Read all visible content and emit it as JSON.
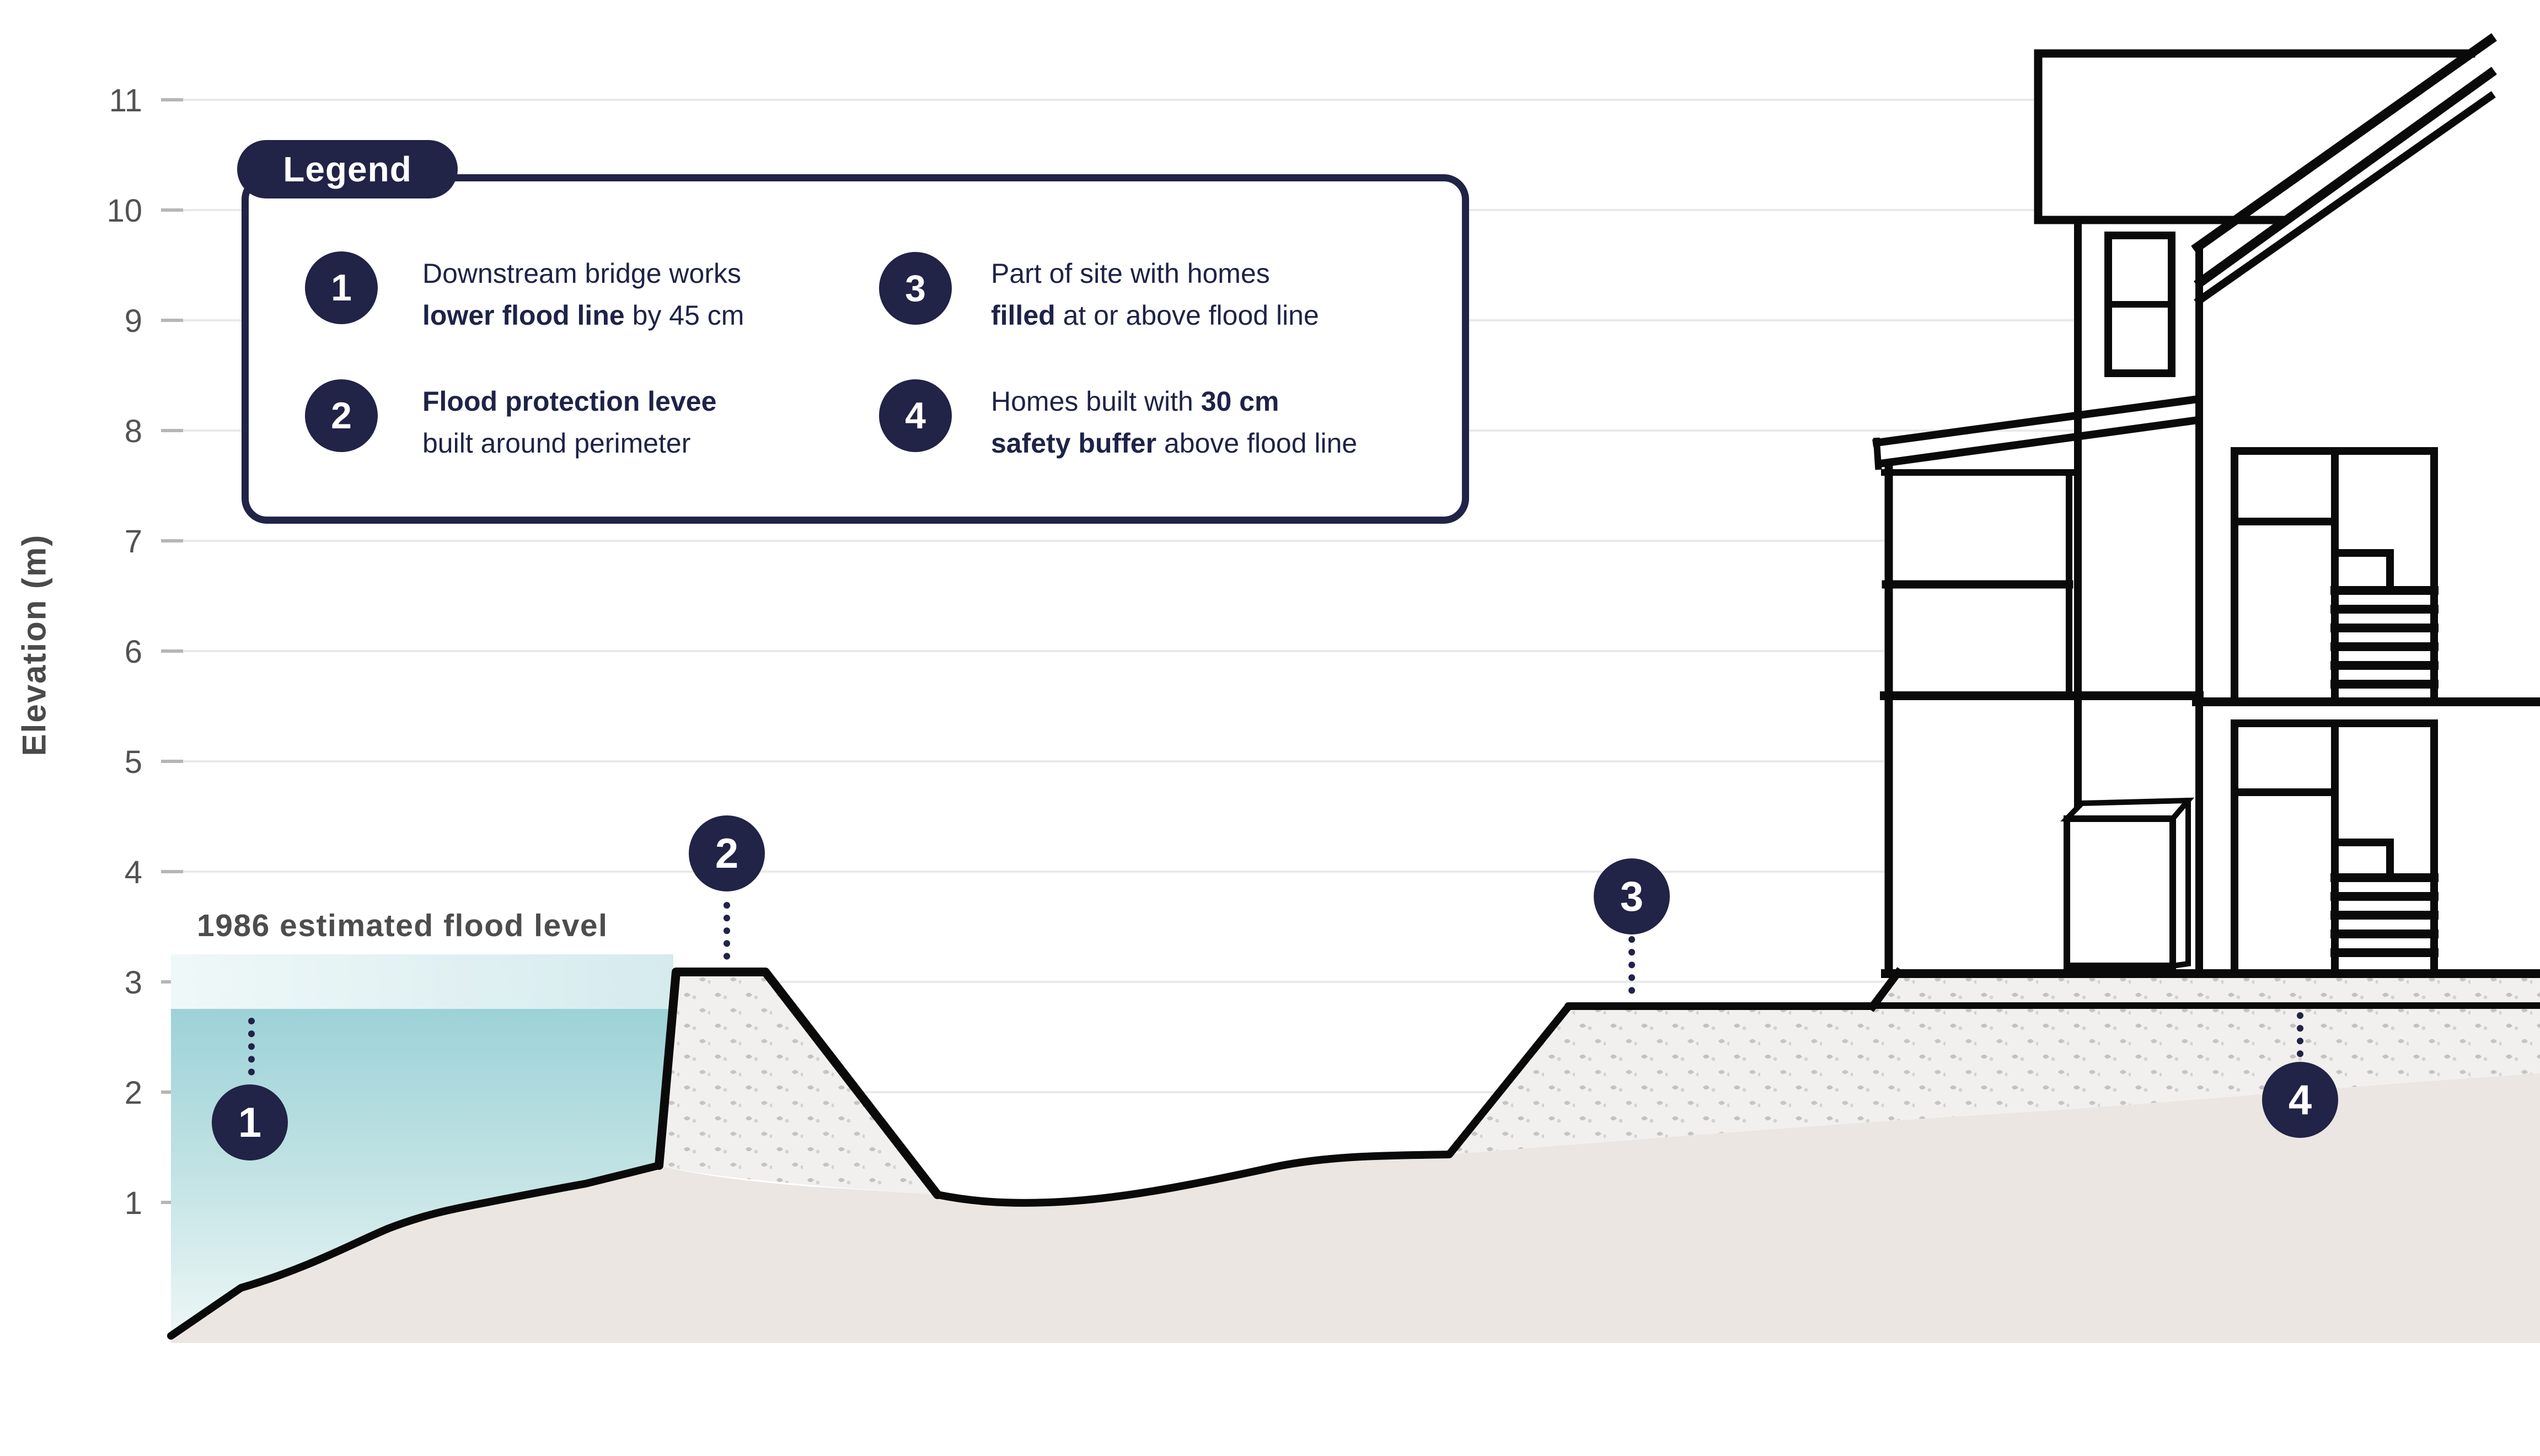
{
  "axis": {
    "label": "Elevation (m)",
    "ticks": [
      {
        "label": "11"
      },
      {
        "label": "10"
      },
      {
        "label": "9"
      },
      {
        "label": "8"
      },
      {
        "label": "7"
      },
      {
        "label": "6"
      },
      {
        "label": "5"
      },
      {
        "label": "4"
      },
      {
        "label": "3"
      },
      {
        "label": "2"
      },
      {
        "label": "1"
      }
    ]
  },
  "flood_label": "1986 estimated flood level",
  "legend": {
    "title": "Legend",
    "items": [
      {
        "number": "1",
        "l1_pre": "Downstream bridge works",
        "l1_bold": "",
        "l1_post": "",
        "l2_pre": "",
        "l2_bold": "lower flood line",
        "l2_post": " by 45 cm"
      },
      {
        "number": "2",
        "l1_pre": "",
        "l1_bold": "Flood protection levee",
        "l1_post": "",
        "l2_pre": "built around perimeter",
        "l2_bold": "",
        "l2_post": ""
      },
      {
        "number": "3",
        "l1_pre": "Part of site with homes",
        "l1_bold": "",
        "l1_post": "",
        "l2_pre": "",
        "l2_bold": "filled",
        "l2_post": " at or above flood line"
      },
      {
        "number": "4",
        "l1_pre": "Homes built with ",
        "l1_bold": "30 cm",
        "l1_post": "",
        "l2_pre": "",
        "l2_bold": "safety buffer",
        "l2_post": " above flood line"
      }
    ]
  },
  "markers": [
    {
      "number": "1"
    },
    {
      "number": "2"
    },
    {
      "number": "3"
    },
    {
      "number": "4"
    }
  ],
  "colors": {
    "navy": "#212347",
    "water_dark_top": "#9cd2d8",
    "water_light_band": "#dceef0",
    "ground_tan": "#ebe6e1",
    "hatch_background": "#f1f0ef",
    "gridline": "#e9e9e9",
    "axis_text": "#525252",
    "outline_black": "#0a0a0a"
  },
  "chart_data": {
    "type": "diagram",
    "subtype": "flood-mitigation-site-cross-section",
    "ylabel": "Elevation (m)",
    "ylim": [
      0,
      11.5
    ],
    "yticks": [
      1,
      2,
      3,
      4,
      5,
      6,
      7,
      8,
      9,
      10,
      11
    ],
    "grid": true,
    "levels_m": {
      "flood_level_1986": 3.2,
      "lowered_flood_line": 2.75,
      "flood_line_reduction": "45 cm",
      "levee_crest": 3.1,
      "filled_site_level": 2.8,
      "home_floor_level": 3.1,
      "safety_buffer": "30 cm",
      "ditch_bottom": 1.0,
      "riverbed_start": 0.0
    },
    "annotations": [
      "1986 estimated flood level"
    ],
    "callouts": [
      {
        "number": 1,
        "points_to": "lowered flood line in river",
        "label": "Downstream bridge works lower flood line by 45 cm"
      },
      {
        "number": 2,
        "points_to": "levee crest",
        "label": "Flood protection levee built around perimeter"
      },
      {
        "number": 3,
        "points_to": "filled site surface",
        "label": "Part of site with homes filled at or above flood line"
      },
      {
        "number": 4,
        "points_to": "flood line beneath homes",
        "label": "Homes built with 30 cm safety buffer above flood line"
      }
    ]
  }
}
